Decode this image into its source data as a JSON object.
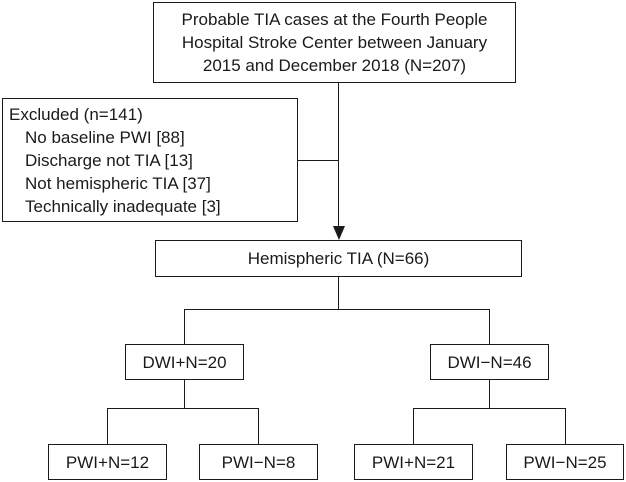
{
  "top_box": {
    "lines": [
      "Probable TIA cases at the Fourth People",
      "Hospital Stroke Center between January",
      "2015 and December 2018 (N=207)"
    ]
  },
  "excluded": {
    "title": "Excluded (n=141)",
    "items": [
      "No baseline PWI [88]",
      "Discharge not TIA [13]",
      "Not hemispheric TIA [37]",
      "Technically inadequate [3]"
    ]
  },
  "hemispheric": {
    "label": "Hemispheric TIA (N=66)"
  },
  "dwi_pos": {
    "label": "DWI+N=20"
  },
  "dwi_neg": {
    "label": "DWI−N=46"
  },
  "leaves": [
    {
      "label": "PWI+N=12"
    },
    {
      "label": "PWI−N=8"
    },
    {
      "label": "PWI+N=21"
    },
    {
      "label": "PWI−N=25"
    }
  ]
}
